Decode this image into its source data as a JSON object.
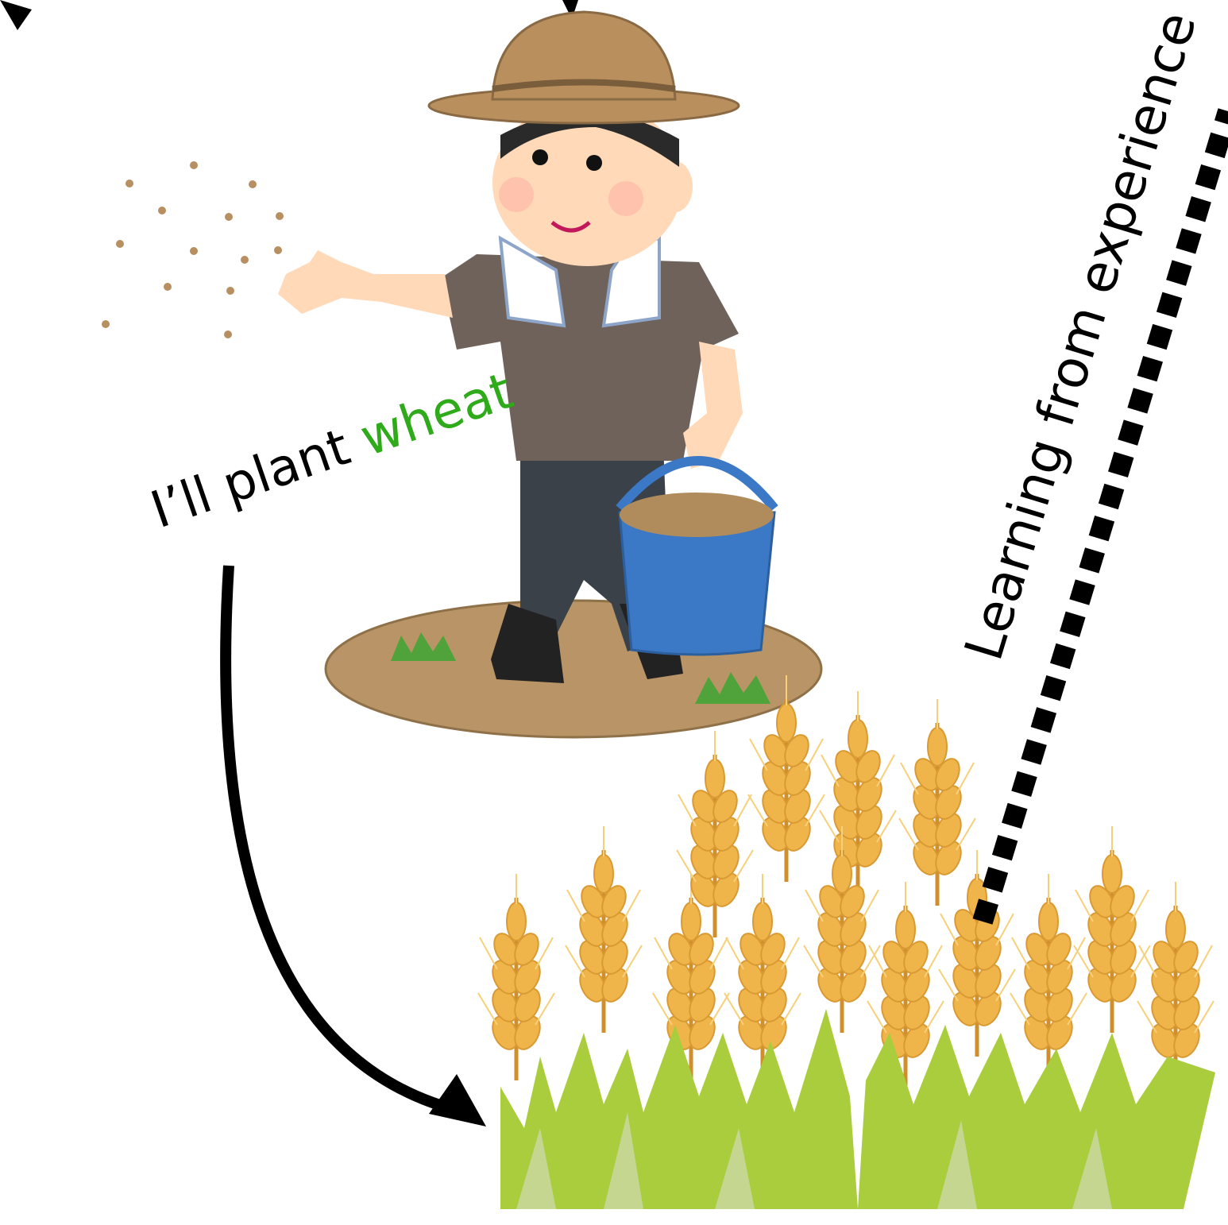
{
  "plan_label": {
    "prefix": "I’ll plant ",
    "highlight": "wheat"
  },
  "feedback_label": "Learning from experience",
  "colors": {
    "highlight": "#2eaa1a",
    "arrow": "#000000",
    "hat": "#b98f5e",
    "skin": "#ffd9b8",
    "shirt": "#6f625b",
    "pants": "#3a4149",
    "bucket": "#3b78c6",
    "soil": "#b89466",
    "wheat": "#f0b54a",
    "stalk": "#cf8f2c",
    "grass": "#a9cd3d"
  },
  "icons": [
    "farmer-sowing-seeds",
    "wheat-field",
    "seed-scatter"
  ]
}
